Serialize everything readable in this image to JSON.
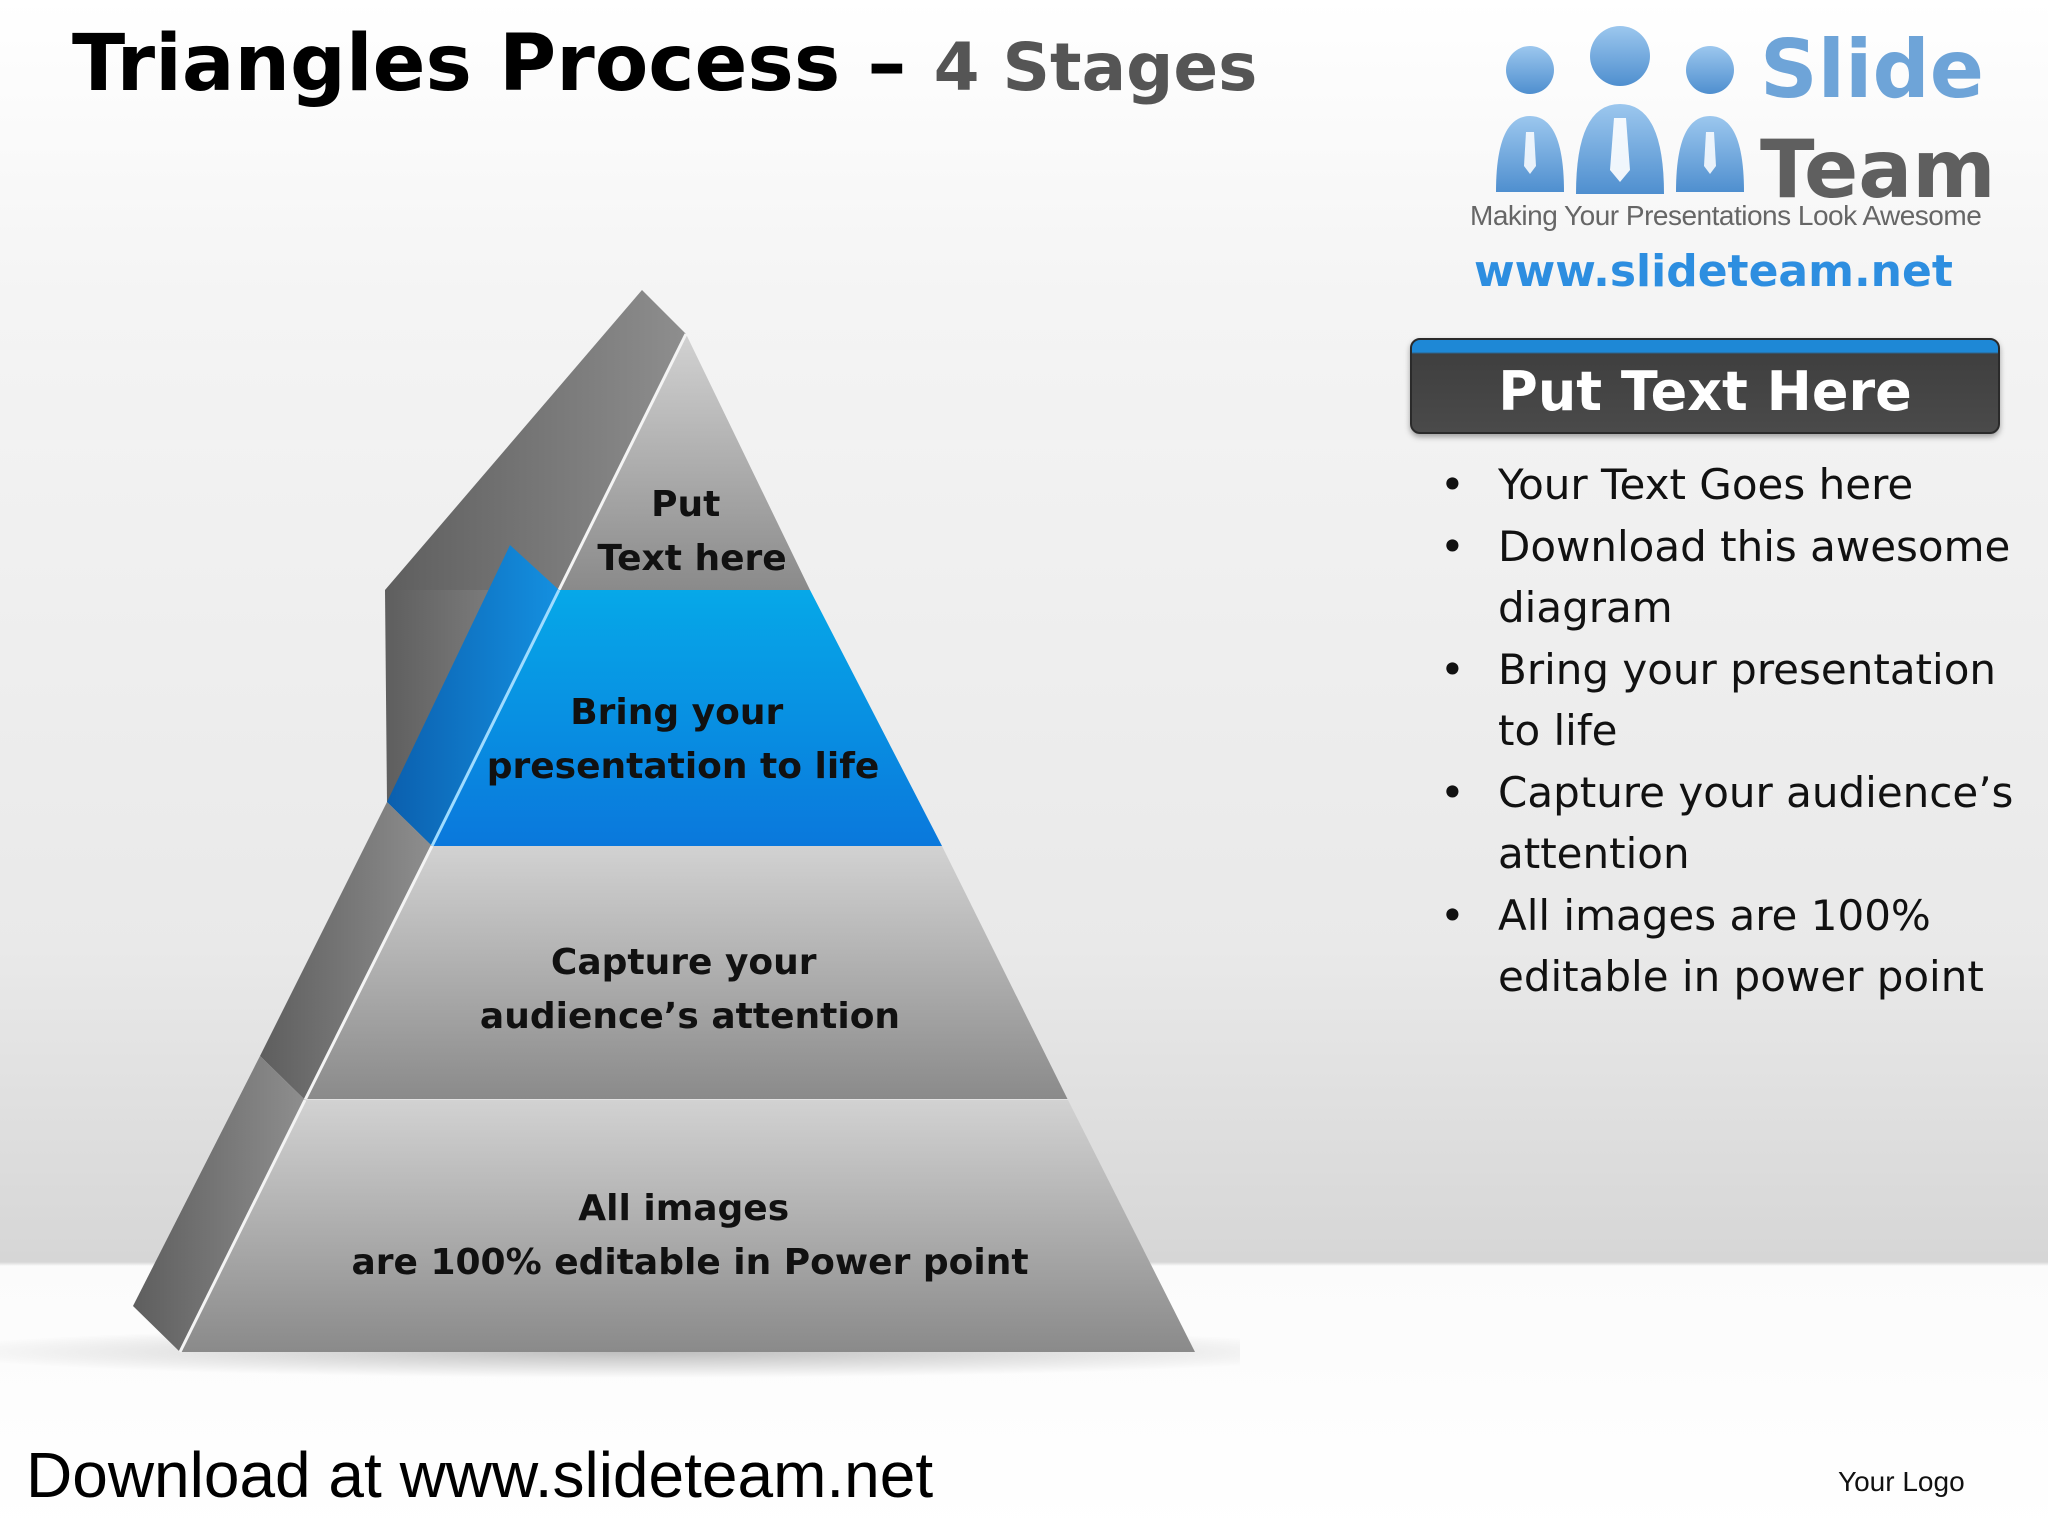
{
  "title": {
    "main": "Triangles Process – ",
    "sub": "4 Stages"
  },
  "logo": {
    "word1": "Slide",
    "word2": "Team",
    "tagline": "Making Your Presentations Look Awesome",
    "url": "www.slideteam.net"
  },
  "pyramid": {
    "tiers": [
      {
        "lines": [
          "Put",
          "Text  here"
        ],
        "highlight": false
      },
      {
        "lines": [
          "Bring your",
          "presentation to life"
        ],
        "highlight": true
      },
      {
        "lines": [
          "Capture your",
          "audience’s  attention"
        ],
        "highlight": false
      },
      {
        "lines": [
          "All images",
          "are 100% editable in Power point"
        ],
        "highlight": false
      }
    ],
    "colors": {
      "gray_face": "#9e9e9e",
      "gray_side": "#6b6b6b",
      "blue_face": "#0a86db",
      "blue_side": "#0b63b6"
    }
  },
  "panel": {
    "title": "Put Text Here"
  },
  "bullets": [
    "Your Text Goes here",
    "Download this awesome diagram",
    "Bring your presentation to life",
    "Capture your audience’s attention",
    "All images are 100% editable in power point"
  ],
  "footer": {
    "download": "Download at www.slideteam.net",
    "logo": "Your Logo"
  }
}
